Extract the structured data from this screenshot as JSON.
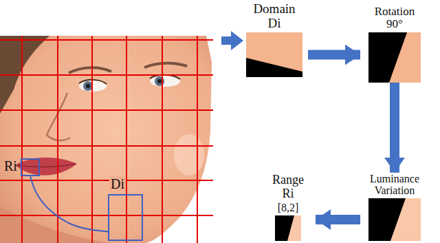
{
  "diagram": {
    "nodes": [
      {
        "text": [
          "Ri"
        ]
      },
      {
        "text": [
          "Di"
        ]
      },
      {
        "text": [
          "Domain Di"
        ]
      },
      {
        "text": [
          "Rotation 90°"
        ]
      },
      {
        "text": [
          "Luminance Variation"
        ]
      },
      {
        "text": [
          "Range Ri",
          "[8,2]"
        ]
      }
    ],
    "edges": [
      {
        "from": 1,
        "to": 0,
        "arrow": "none"
      },
      {
        "from": 2,
        "to": 3,
        "arrow": "to"
      },
      {
        "from": 3,
        "to": 4,
        "arrow": "to"
      },
      {
        "from": 4,
        "to": 5,
        "arrow": "to"
      }
    ]
  }
}
